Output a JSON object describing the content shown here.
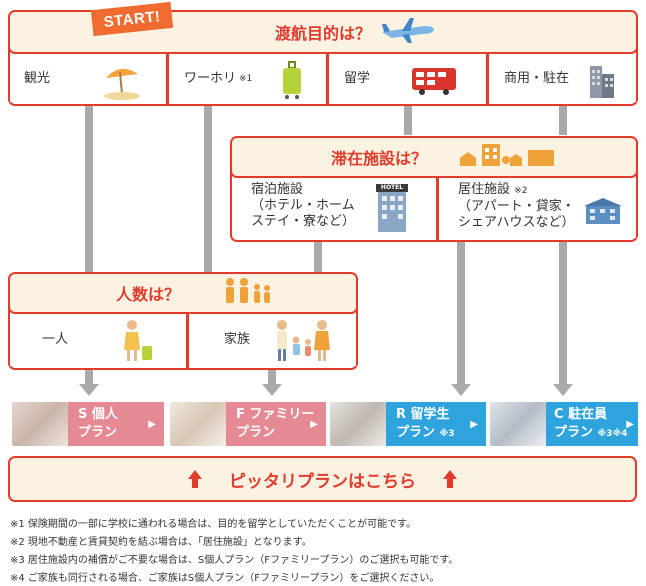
{
  "start_badge": "START!",
  "purpose": {
    "title": "渡航目的は？",
    "options": [
      "観光",
      "ワーホリ",
      "留学",
      "商用・駐在"
    ],
    "workholi_note": "※1"
  },
  "stay": {
    "title": "滞在施設は？",
    "hotel": [
      "宿泊施設",
      "（ホテル・ホーム",
      "ステイ・寮など）"
    ],
    "residence_label": "居住施設",
    "residence_note": "※2",
    "residence": [
      "（アパート・貸家・",
      "シェアハウスなど）"
    ],
    "hotel_sign": "HOTEL"
  },
  "people": {
    "title": "人数は？",
    "options": [
      "一人",
      "家族"
    ]
  },
  "plans": [
    {
      "line1": "S 個人",
      "line2": "プラン",
      "note": "",
      "color": "#e58a94"
    },
    {
      "line1": "F ファミリー",
      "line2": "プラン",
      "note": "",
      "color": "#e58a94"
    },
    {
      "line1": "R 留学生",
      "line2": "プラン",
      "note": "※3",
      "color": "#2fa3dd"
    },
    {
      "line1": "C 駐在員",
      "line2": "プラン",
      "note": "※3※4",
      "color": "#2fa3dd"
    }
  ],
  "bottom_banner": "ピッタリプランはこちら",
  "footnotes": [
    "※1  保険期間の一部に学校に通われる場合は、目的を留学としていただくことが可能です。",
    "※2  現地不動産と賃貸契約を結ぶ場合は、「居住施設」となります。",
    "※3  居住施設内の補償がご不要な場合は、S個人プラン（Fファミリープラン）のご選択も可能です。",
    "※4  ご家族も同行される場合、ご家族はS個人プラン（Fファミリープラン）をご選択ください。"
  ],
  "colors": {
    "accent": "#e03b2d",
    "header_fill": "#fbf2e2",
    "connector": "#a9a9a9",
    "pink_plan": "#e58a94",
    "blue_plan": "#2fa3dd"
  }
}
